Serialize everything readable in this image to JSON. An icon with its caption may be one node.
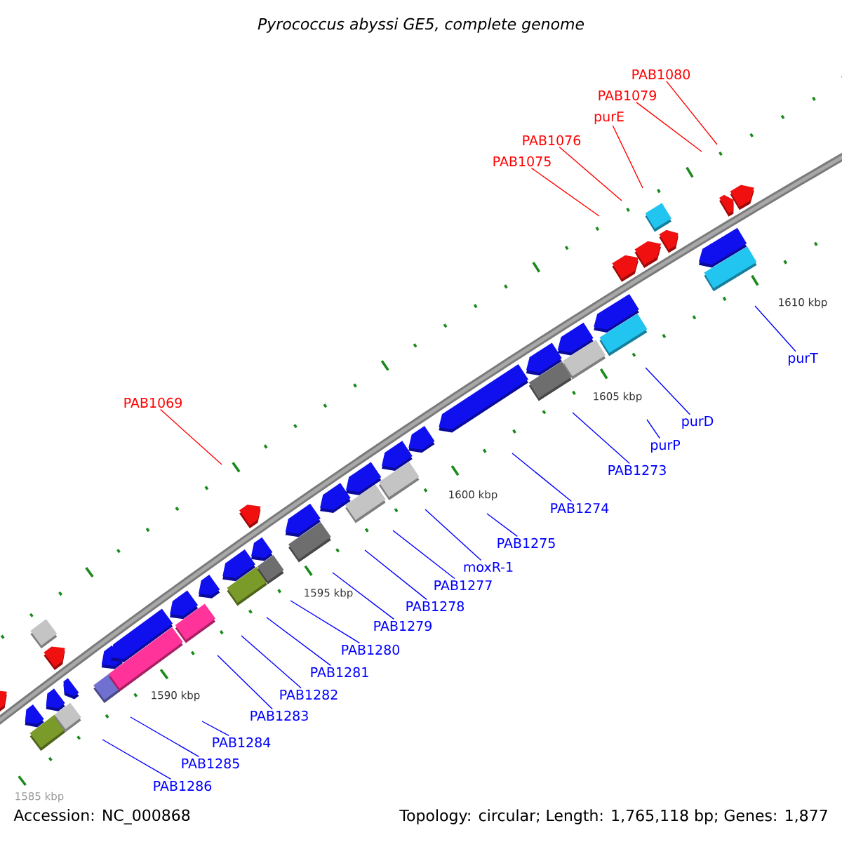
{
  "diagram": {
    "title": "Pyrococcus abyssi GE5, complete genome",
    "nodes": [
      {
        "text": [
          "PAB1080"
        ]
      },
      {
        "text": [
          "PAB1079"
        ]
      },
      {
        "text": [
          "purE"
        ]
      },
      {
        "text": [
          "PAB1076"
        ]
      },
      {
        "text": [
          "PAB1075"
        ]
      },
      {
        "text": [
          "purT"
        ]
      },
      {
        "text": [
          "PAB1069"
        ]
      },
      {
        "text": [
          "purD"
        ]
      },
      {
        "text": [
          "purP"
        ]
      },
      {
        "text": [
          "PAB1273"
        ]
      },
      {
        "text": [
          "PAB1274"
        ]
      },
      {
        "text": [
          "PAB1275"
        ]
      },
      {
        "text": [
          "moxR-1"
        ]
      },
      {
        "text": [
          "PAB1277"
        ]
      },
      {
        "text": [
          "PAB1278"
        ]
      },
      {
        "text": [
          "PAB1279"
        ]
      },
      {
        "text": [
          "PAB1280"
        ]
      },
      {
        "text": [
          "PAB1281"
        ]
      },
      {
        "text": [
          "PAB1282"
        ]
      },
      {
        "text": [
          "PAB1283"
        ]
      },
      {
        "text": [
          "PAB1284"
        ]
      },
      {
        "text": [
          "PAB1285"
        ]
      },
      {
        "text": [
          "PAB1286"
        ]
      }
    ],
    "edges": [
      {
        "from": 0,
        "to": null,
        "arrow": "none",
        "color": "#ff0000"
      },
      {
        "from": 1,
        "to": null,
        "arrow": "none",
        "color": "#ff0000"
      },
      {
        "from": 2,
        "to": null,
        "arrow": "none",
        "color": "#ff0000"
      },
      {
        "from": 3,
        "to": null,
        "arrow": "none",
        "color": "#ff0000"
      },
      {
        "from": 4,
        "to": null,
        "arrow": "none",
        "color": "#ff0000"
      },
      {
        "from": 5,
        "to": null,
        "arrow": "none"
      },
      {
        "from": 6,
        "to": null,
        "arrow": "none",
        "color": "#ff0000"
      },
      {
        "from": 7,
        "to": null,
        "arrow": "none"
      },
      {
        "from": 8,
        "to": null,
        "arrow": "none"
      },
      {
        "from": 9,
        "to": null,
        "arrow": "none"
      },
      {
        "from": 10,
        "to": null,
        "arrow": "none"
      },
      {
        "from": 11,
        "to": null,
        "arrow": "none"
      },
      {
        "from": 12,
        "to": null,
        "arrow": "none"
      },
      {
        "from": 13,
        "to": null,
        "arrow": "none"
      },
      {
        "from": 14,
        "to": null,
        "arrow": "none"
      },
      {
        "from": 15,
        "to": null,
        "arrow": "none"
      },
      {
        "from": 16,
        "to": null,
        "arrow": "none"
      },
      {
        "from": 17,
        "to": null,
        "arrow": "none"
      },
      {
        "from": 18,
        "to": null,
        "arrow": "none"
      },
      {
        "from": 19,
        "to": null,
        "arrow": "none"
      },
      {
        "from": 20,
        "to": null,
        "arrow": "none"
      },
      {
        "from": 21,
        "to": null,
        "arrow": "none"
      },
      {
        "from": 22,
        "to": null,
        "arrow": "none"
      }
    ],
    "labels": [
      "1610 kbp",
      "1605 kbp",
      "1600 kbp",
      "1595 kbp",
      "1590 kbp",
      "1585 kbp",
      "Accession: NC_000868",
      "Topology: circular; Length: 1,765,118 bp; Genes: 1,877"
    ]
  }
}
